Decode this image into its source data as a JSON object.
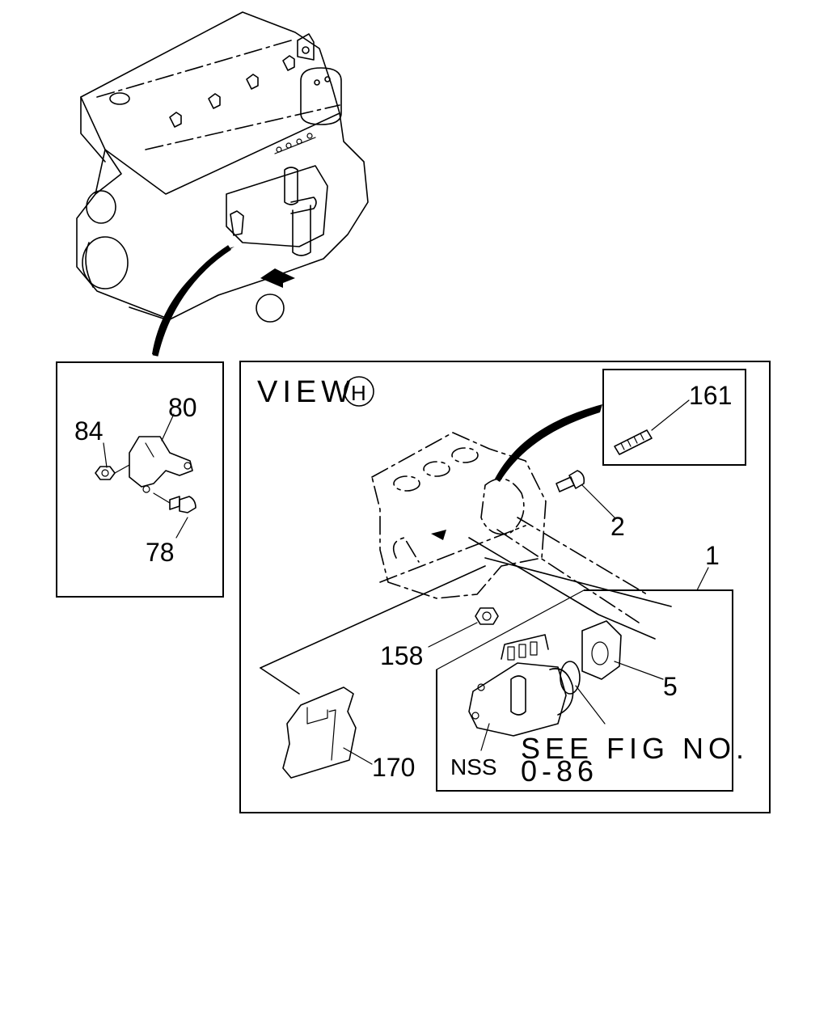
{
  "view": {
    "marker": "H",
    "title_word": "VIEW"
  },
  "see_fig": {
    "line1": "SEE FIG NO.",
    "line2": "0-86"
  },
  "callouts": {
    "p1": "1",
    "p2": "2",
    "p5": "5",
    "p78": "78",
    "p80": "80",
    "p84": "84",
    "p158": "158",
    "p161": "161",
    "p170": "170",
    "nss": "NSS"
  }
}
